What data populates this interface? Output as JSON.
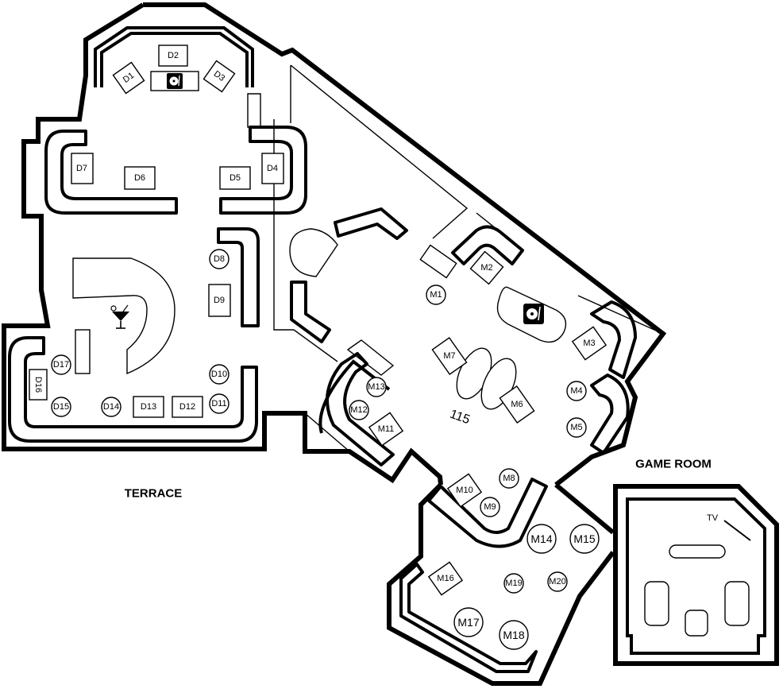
{
  "area_labels": {
    "terrace": "TERRACE",
    "game_room": "GAME ROOM",
    "room_number": "115",
    "tv": "TV"
  },
  "tables": {
    "D1": "D1",
    "D2": "D2",
    "D3": "D3",
    "D4": "D4",
    "D5": "D5",
    "D6": "D6",
    "D7": "D7",
    "D8": "D8",
    "D9": "D9",
    "D10": "D10",
    "D11": "D11",
    "D12": "D12",
    "D13": "D13",
    "D14": "D14",
    "D15": "D15",
    "D16": "D16",
    "D17": "D17",
    "M1": "M1",
    "M2": "M2",
    "M3": "M3",
    "M4": "M4",
    "M5": "M5",
    "M6": "M6",
    "M7": "M7",
    "M8": "M8",
    "M9": "M9",
    "M10": "M10",
    "M11": "M11",
    "M12": "M12",
    "M13": "M13",
    "M14": "M14",
    "M15": "M15",
    "M16": "M16",
    "M17": "M17",
    "M18": "M18",
    "M19": "M19",
    "M20": "M20"
  },
  "icons": {
    "dj_booth": "turntable-icon",
    "bar": "cocktail-icon"
  }
}
